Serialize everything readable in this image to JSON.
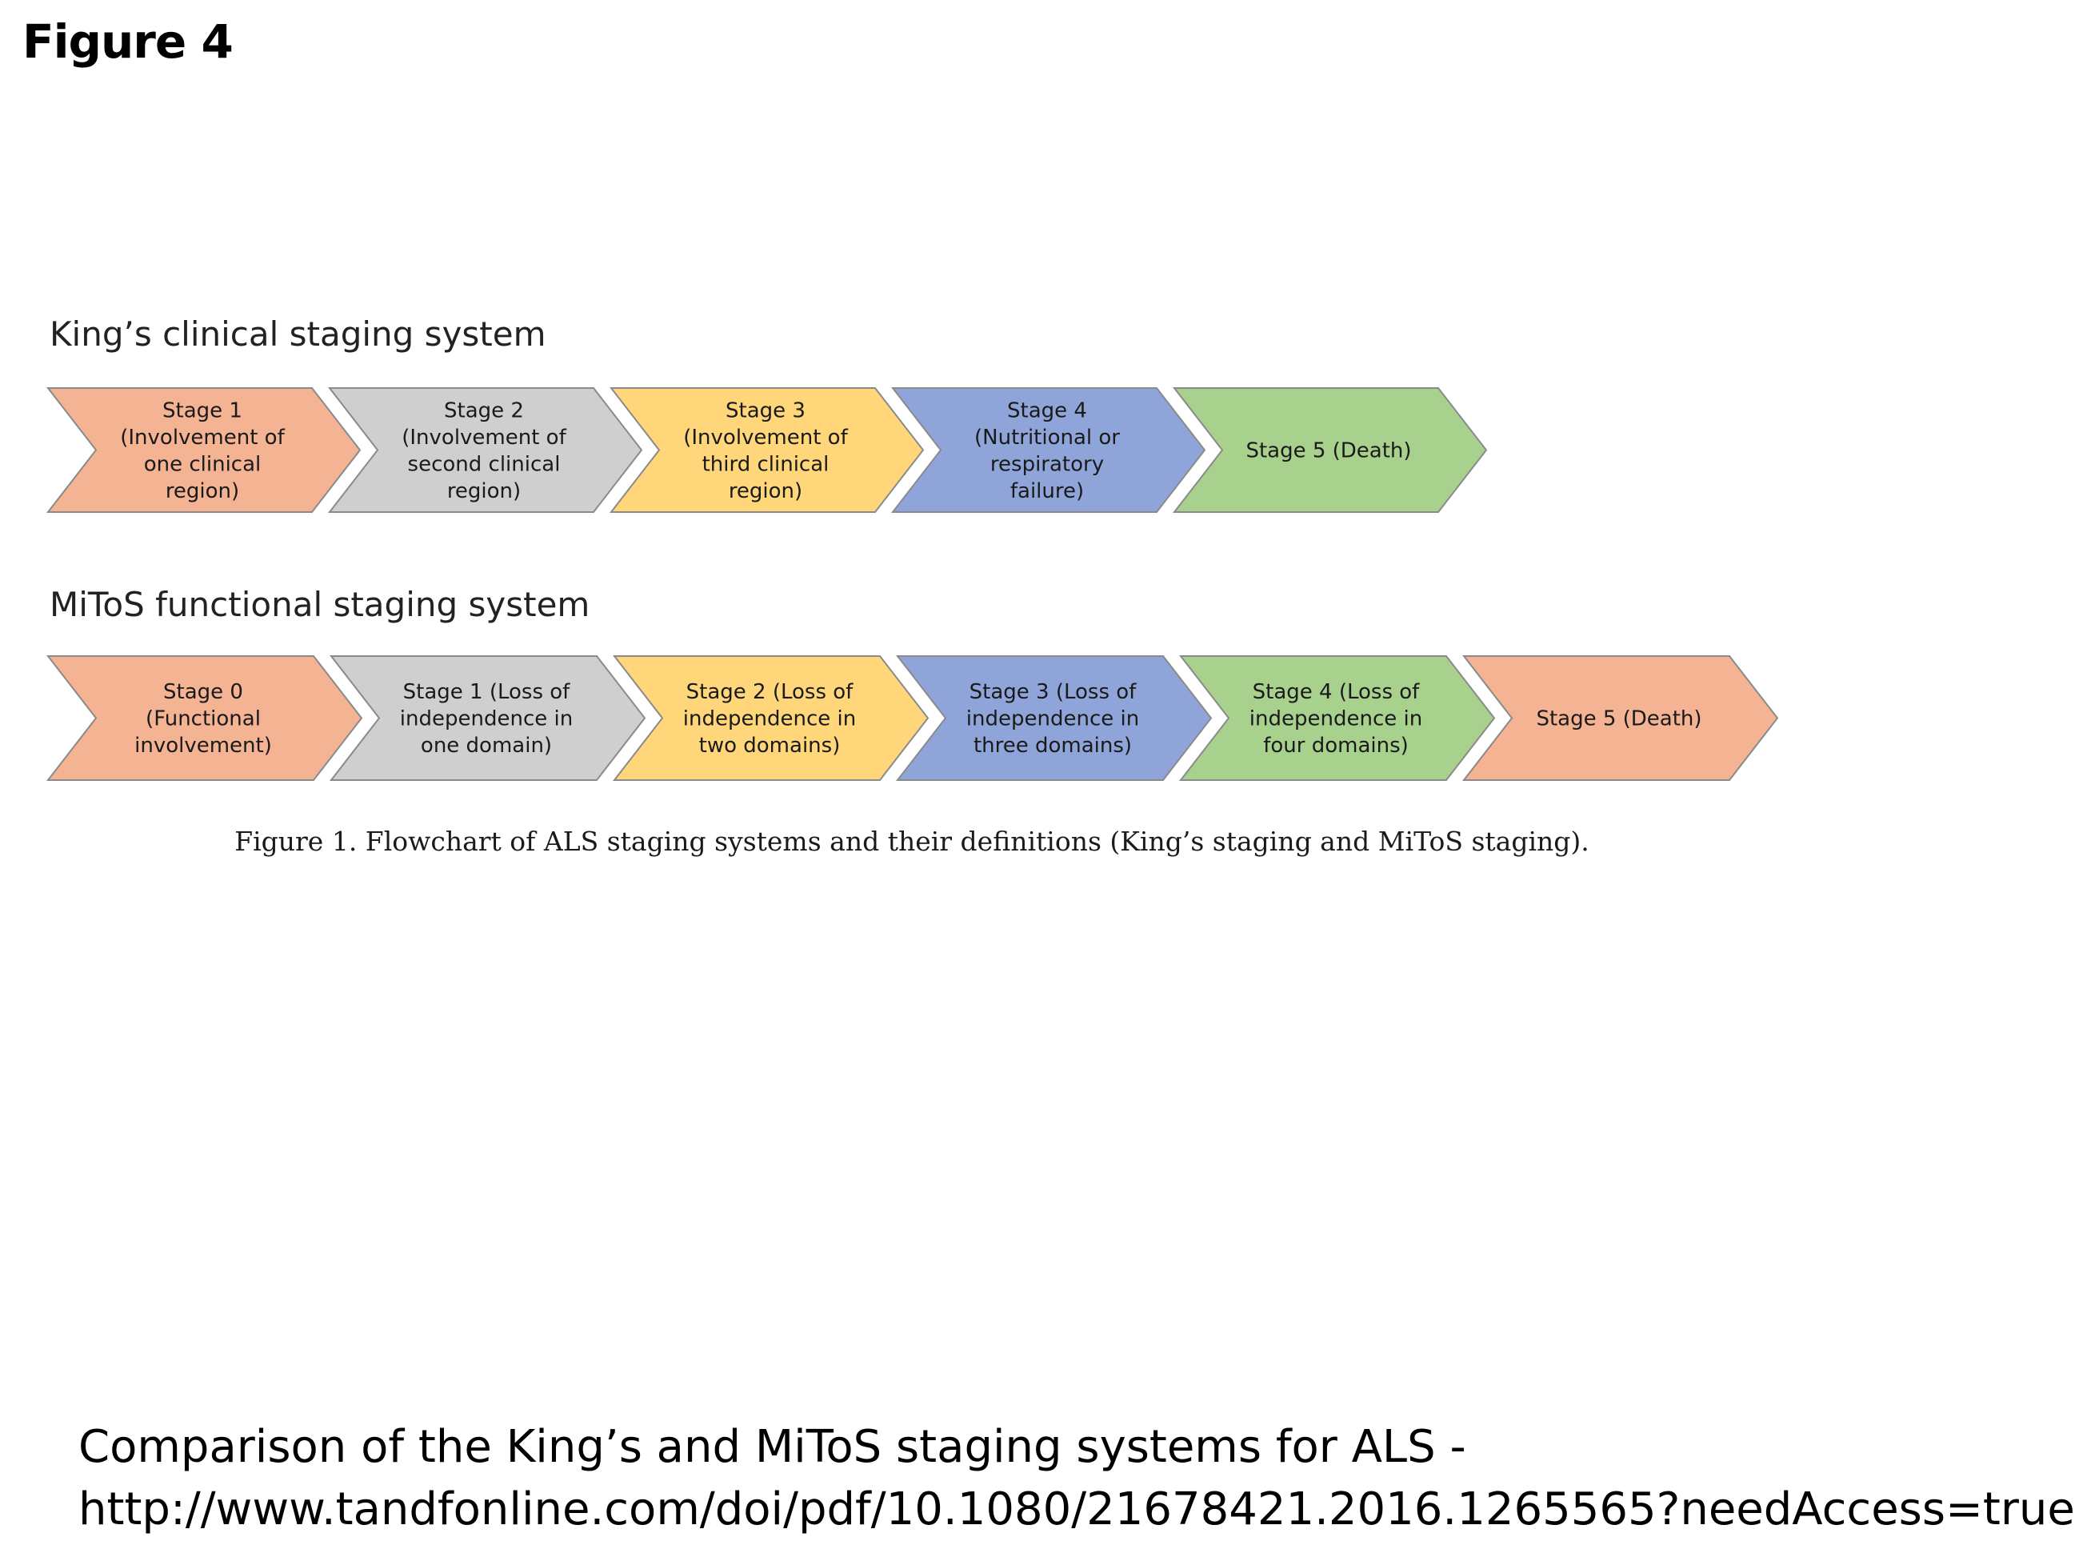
{
  "slide_title": "Figure 4",
  "colors": {
    "orange": "#F4B393",
    "gray": "#CFCFCF",
    "yellow": "#FFD77A",
    "blue": "#8FA5D9",
    "green": "#A9D18E",
    "stroke": "#8a8a8a"
  },
  "kings": {
    "heading": "King’s clinical staging system",
    "stages": [
      {
        "lines": [
          "Stage 1",
          "(Involvement of",
          "one clinical",
          "region)"
        ],
        "color": "orange"
      },
      {
        "lines": [
          "Stage 2",
          "(Involvement of",
          "second clinical",
          "region)"
        ],
        "color": "gray"
      },
      {
        "lines": [
          "Stage 3",
          "(Involvement of",
          "third clinical",
          "region)"
        ],
        "color": "yellow"
      },
      {
        "lines": [
          "Stage 4",
          "(Nutritional or",
          "respiratory",
          "failure)"
        ],
        "color": "blue"
      },
      {
        "lines": [
          "Stage 5 (Death)"
        ],
        "color": "green"
      }
    ]
  },
  "mitos": {
    "heading": "MiToS functional staging system",
    "stages": [
      {
        "lines": [
          "Stage 0",
          "(Functional",
          "involvement)"
        ],
        "color": "orange"
      },
      {
        "lines": [
          "Stage 1 (Loss of",
          "independence in",
          "one domain)"
        ],
        "color": "gray"
      },
      {
        "lines": [
          "Stage 2 (Loss of",
          "independence in",
          "two domains)"
        ],
        "color": "yellow"
      },
      {
        "lines": [
          "Stage 3 (Loss of",
          "independence in",
          "three domains)"
        ],
        "color": "blue"
      },
      {
        "lines": [
          "Stage 4 (Loss of",
          "independence in",
          "four domains)"
        ],
        "color": "green"
      },
      {
        "lines": [
          "Stage 5 (Death)"
        ],
        "color": "orange"
      }
    ]
  },
  "caption": "Figure 1.  Flowchart of ALS staging systems and their definitions (King’s staging and MiToS staging).",
  "footer": {
    "line1": "Comparison of the King’s and MiToS staging systems for ALS -",
    "line2": "http://www.tandfonline.com/doi/pdf/10.1080/21678421.2016.1265565?needAccess=true"
  }
}
